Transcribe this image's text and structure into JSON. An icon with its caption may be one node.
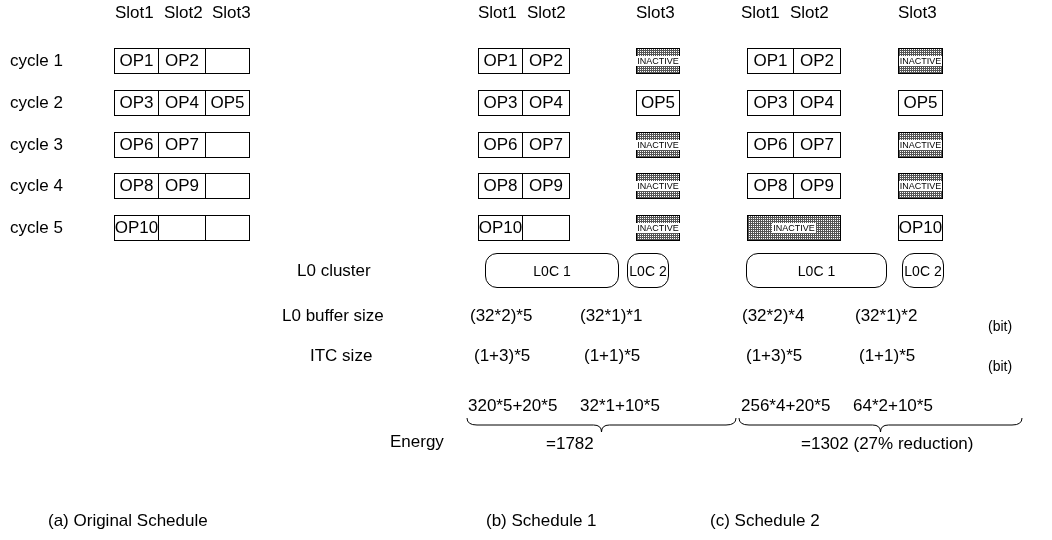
{
  "diagram": {
    "nodes": [
      {
        "text": [
          "OP1"
        ]
      },
      {
        "text": [
          "OP2"
        ]
      },
      {
        "text": [],
        "shape": "box"
      },
      {
        "text": [
          "OP1"
        ]
      },
      {
        "text": [
          "OP2"
        ]
      },
      {
        "text": [
          "INACTIVE"
        ]
      },
      {
        "text": [
          "OP1"
        ]
      },
      {
        "text": [
          "OP2"
        ]
      },
      {
        "text": [
          "INACTIVE"
        ]
      },
      {
        "text": [
          "OP3"
        ]
      },
      {
        "text": [
          "OP4"
        ]
      },
      {
        "text": [
          "OP5"
        ]
      },
      {
        "text": [
          "OP3"
        ]
      },
      {
        "text": [
          "OP4"
        ]
      },
      {
        "text": [
          "OP5"
        ]
      },
      {
        "text": [
          "OP3"
        ]
      },
      {
        "text": [
          "OP4"
        ]
      },
      {
        "text": [
          "OP5"
        ]
      },
      {
        "text": [
          "OP6"
        ]
      },
      {
        "text": [
          "OP7"
        ]
      },
      {
        "text": [],
        "shape": "box"
      },
      {
        "text": [
          "OP6"
        ]
      },
      {
        "text": [
          "OP7"
        ]
      },
      {
        "text": [
          "INACTIVE"
        ]
      },
      {
        "text": [
          "OP6"
        ]
      },
      {
        "text": [
          "OP7"
        ]
      },
      {
        "text": [
          "INACTIVE"
        ]
      },
      {
        "text": [
          "OP8"
        ]
      },
      {
        "text": [
          "OP9"
        ]
      },
      {
        "text": [],
        "shape": "box"
      },
      {
        "text": [
          "OP8"
        ]
      },
      {
        "text": [
          "OP9"
        ]
      },
      {
        "text": [
          "INACTIVE"
        ]
      },
      {
        "text": [
          "OP8"
        ]
      },
      {
        "text": [
          "OP9"
        ]
      },
      {
        "text": [
          "INACTIVE"
        ]
      },
      {
        "text": [
          "OP10"
        ]
      },
      {
        "text": [],
        "shape": "box"
      },
      {
        "text": [],
        "shape": "box"
      },
      {
        "text": [
          "OP10"
        ]
      },
      {
        "text": [],
        "shape": "box"
      },
      {
        "text": [
          "INACTIVE"
        ]
      },
      {
        "text": [
          "INACTIVE"
        ]
      },
      {
        "text": [
          "OP10"
        ]
      },
      {
        "text": [
          "L0C 1"
        ]
      },
      {
        "text": [
          "L0C 2"
        ]
      },
      {
        "text": [
          "L0C 1"
        ]
      },
      {
        "text": [
          "L0C 2"
        ]
      }
    ],
    "labels": [
      "Slot1",
      "Slot2",
      "Slot3",
      "Slot1",
      "Slot2",
      "Slot3",
      "Slot1",
      "Slot2",
      "Slot3",
      "cycle 1",
      "cycle 2",
      "cycle 3",
      "cycle 4",
      "cycle 5",
      "L0 cluster",
      "L0 buffer size",
      "(32*2)*5",
      "(32*1)*1",
      "(32*2)*4",
      "(32*1)*2",
      "(bit)",
      "ITC size",
      "(1+3)*5",
      "(1+1)*5",
      "(1+3)*5",
      "(1+1)*5",
      "(bit)",
      "Energy",
      "320*5+20*5",
      "32*1+10*5",
      "256*4+20*5",
      "64*2+10*5",
      "=1782",
      "=1302 (27% reduction)",
      "(a) Original Schedule",
      "(b) Schedule 1",
      "(c) Schedule 2"
    ]
  }
}
